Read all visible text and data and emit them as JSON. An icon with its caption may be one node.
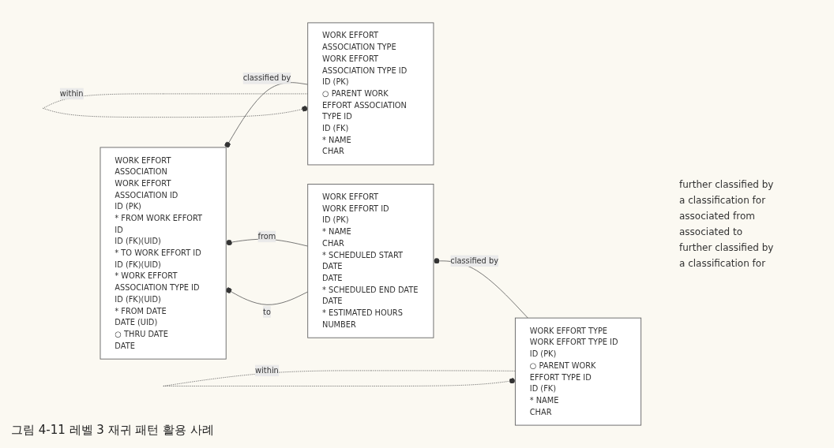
{
  "diagram": {
    "caption": "그림 4-11 레벨 3 재귀 패턴 활용 사례",
    "nodes": [
      {
        "text": [
          "WORK EFFORT ASSOCIATION",
          "WORK EFFORT ASSOCIATION ID",
          "ID (PK)",
          "* FROM WORK EFFORT ID",
          "ID (FK)(UID)",
          "* TO WORK EFFORT ID",
          "ID (FK)(UID)",
          "* WORK EFFORT ASSOCIATION TYPE ID",
          "ID (FK)(UID)",
          "* FROM DATE",
          "DATE (UID)",
          "○ THRU DATE",
          "DATE"
        ]
      },
      {
        "text": [
          "WORK EFFORT ASSOCIATION TYPE",
          "WORK EFFORT ASSOCIATION TYPE ID",
          "ID (PK)",
          "○ PARENT WORK EFFORT ASSOCIATION TYPE ID",
          "ID (FK)",
          "* NAME",
          "CHAR"
        ]
      },
      {
        "text": [
          "WORK EFFORT",
          "WORK EFFORT ID",
          "ID (PK)",
          "* NAME",
          "CHAR",
          "* SCHEDULED START DATE",
          "DATE",
          "* SCHEDULED END DATE",
          "DATE",
          "* ESTIMATED HOURS",
          "NUMBER"
        ]
      },
      {
        "text": [
          "WORK EFFORT TYPE",
          "WORK EFFORT TYPE ID",
          "ID (PK)",
          "○ PARENT WORK EFFORT TYPE ID",
          "ID (FK)",
          "* NAME",
          "CHAR"
        ]
      }
    ],
    "edges": [
      {
        "from": 1,
        "to": 0,
        "arrow": "other",
        "label": "classified by"
      },
      {
        "from": 1,
        "to": 1,
        "arrow": "other",
        "label": "within",
        "style": "dashed"
      },
      {
        "from": 2,
        "to": 0,
        "arrow": "other",
        "label": "from"
      },
      {
        "from": 2,
        "to": 0,
        "arrow": "other",
        "label": "to"
      },
      {
        "from": 3,
        "to": 2,
        "arrow": "other",
        "label": "classified by"
      },
      {
        "from": 3,
        "to": 3,
        "arrow": "other",
        "label": "within",
        "style": "dashed"
      }
    ],
    "labels": [
      "further classified by",
      "a classification for",
      "associated from",
      "associated to",
      "further classified by",
      "a classification for"
    ]
  }
}
